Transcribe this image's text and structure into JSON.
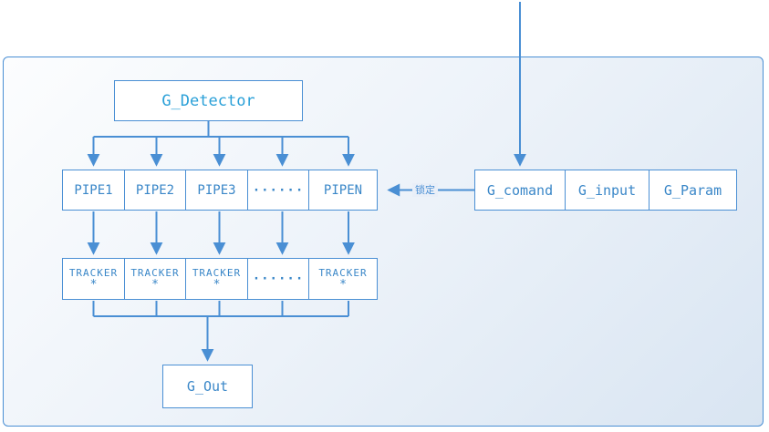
{
  "colors": {
    "accent": "#4a8fd4",
    "label_text": "#3a87c8",
    "detector_text": "#2aa0d8"
  },
  "detector": {
    "label": "G_Detector"
  },
  "pipes": [
    {
      "label": "PIPE1"
    },
    {
      "label": "PIPE2"
    },
    {
      "label": "PIPE3"
    },
    {
      "label": "······"
    },
    {
      "label": "PIPEN"
    }
  ],
  "trackers": [
    {
      "line1": "TRACKER",
      "line2": "*"
    },
    {
      "line1": "TRACKER",
      "line2": "*"
    },
    {
      "line1": "TRACKER",
      "line2": "*"
    },
    {
      "line1": "······",
      "line2": ""
    },
    {
      "line1": "TRACKER",
      "line2": "*"
    }
  ],
  "command_boxes": [
    {
      "label": "G_comand"
    },
    {
      "label": "G_input"
    },
    {
      "label": "G_Param"
    }
  ],
  "out": {
    "label": "G_Out"
  },
  "lock": {
    "label": "锁定"
  }
}
